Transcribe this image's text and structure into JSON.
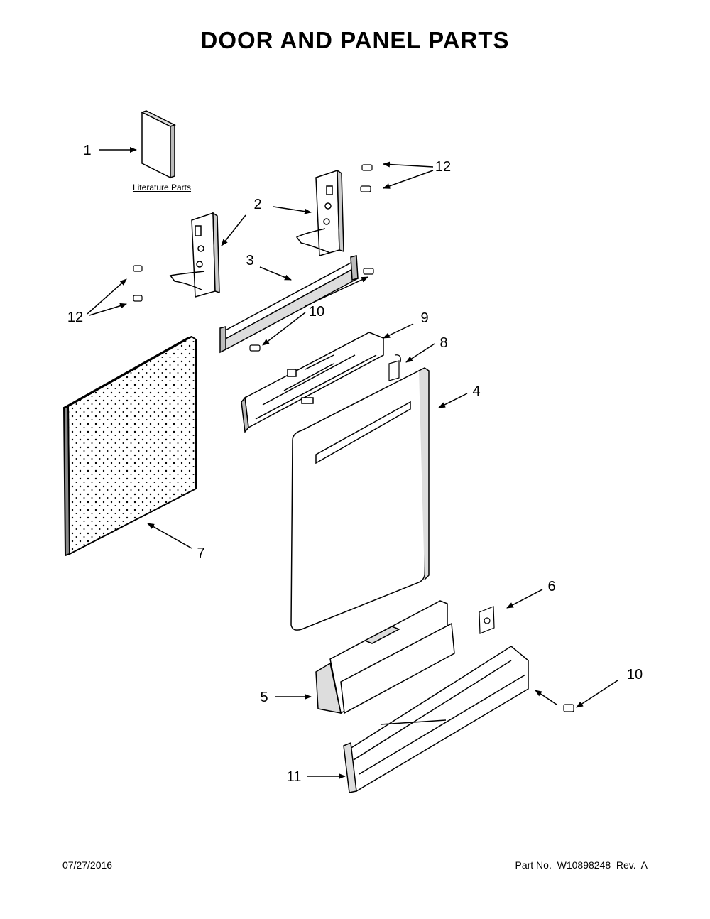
{
  "page": {
    "title": "DOOR AND PANEL PARTS"
  },
  "literature_label": "Literature Parts",
  "callouts": {
    "c1": "1",
    "c2": "2",
    "c3": "3",
    "c4": "4",
    "c5": "5",
    "c6": "6",
    "c7": "7",
    "c8": "8",
    "c9": "9",
    "c10_top": "10",
    "c10_bottom": "10",
    "c11": "11",
    "c12_right": "12",
    "c12_left": "12"
  },
  "footer": {
    "date": "07/27/2016",
    "part_number": "Part No.  W10898248  Rev.  A"
  }
}
